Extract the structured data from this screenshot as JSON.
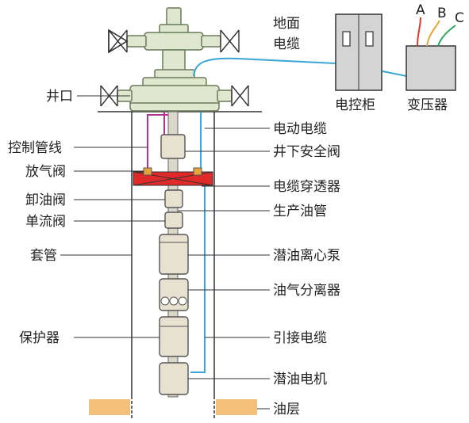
{
  "labels": {
    "wellhead": "井口",
    "control_line": "控制管线",
    "bleed_valve": "放气阀",
    "drain_valve": "卸油阀",
    "check_valve": "单流阀",
    "casing": "套管",
    "protector": "保护器",
    "surface_cable_line1": "地面",
    "surface_cable_line2": "电缆",
    "control_cabinet": "电控柜",
    "transformer": "变压器",
    "power_cable": "电动电缆",
    "safety_valve": "井下安全阀",
    "cable_penetrator": "电缆穿透器",
    "production_tubing": "生产油管",
    "esp_pump": "潜油离心泵",
    "gas_separator": "油气分离器",
    "lead_cable": "引接电缆",
    "esp_motor": "潜油电机",
    "oil_layer": "油层",
    "phase_a": "A",
    "phase_b": "B",
    "phase_c": "C"
  },
  "colors": {
    "equipment_fill": "#dfe8cf",
    "equipment_stroke": "#6a7a5a",
    "tool_fill": "#e6e2cf",
    "tool_stroke": "#555555",
    "cable": "#3aa7d6",
    "control_line": "#b0358a",
    "packer": "#e02a2a",
    "oil_layer": "#f2c07a",
    "phase_a": "#d93a2a",
    "phase_b": "#e6a53a",
    "phase_c": "#2aa85a"
  }
}
